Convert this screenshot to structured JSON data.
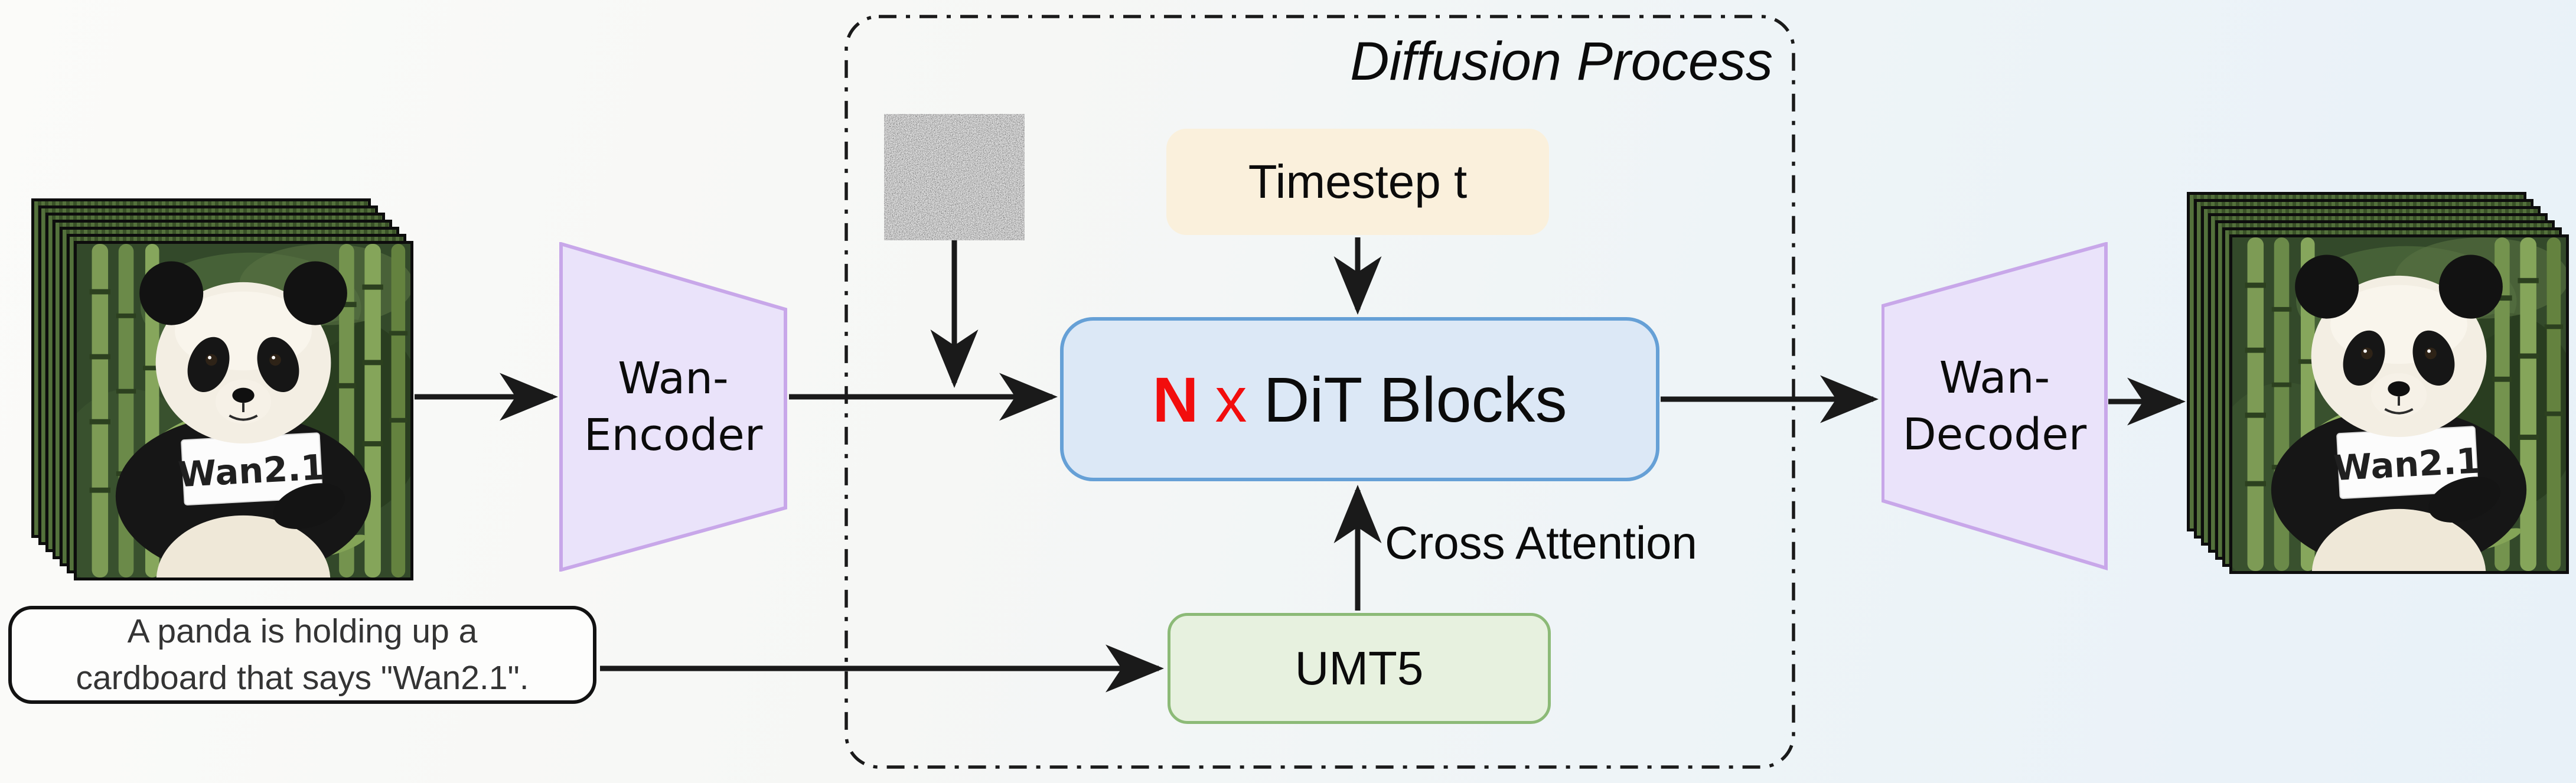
{
  "diffusion_box": {
    "title": "Diffusion Process"
  },
  "blocks": {
    "encoder": {
      "line1": "Wan-",
      "line2": "Encoder"
    },
    "decoder": {
      "line1": "Wan-",
      "line2": "Decoder"
    },
    "timestep": {
      "label": "Timestep t"
    },
    "dit": {
      "n": "N",
      "times": "x",
      "label": "DiT Blocks"
    },
    "umt5": {
      "label": "UMT5"
    },
    "cross_attention_label": "Cross Attention"
  },
  "prompt": {
    "line1": "A panda is holding up a",
    "line2": "cardboard that says \"Wan2.1\"."
  },
  "panda": {
    "sign_text": "Wan2.1"
  },
  "colors": {
    "dit_fill": "#dce8f6",
    "dit_border": "#66a0d6",
    "dit_n_red": "#f20d0d",
    "timestep_fill": "#faf0dc",
    "umt5_fill": "#e7f1df",
    "umt5_border": "#8cba77",
    "vae_fill": "#eae3fa",
    "vae_border": "#c8a7e9",
    "arrow": "#1a1a1a"
  }
}
